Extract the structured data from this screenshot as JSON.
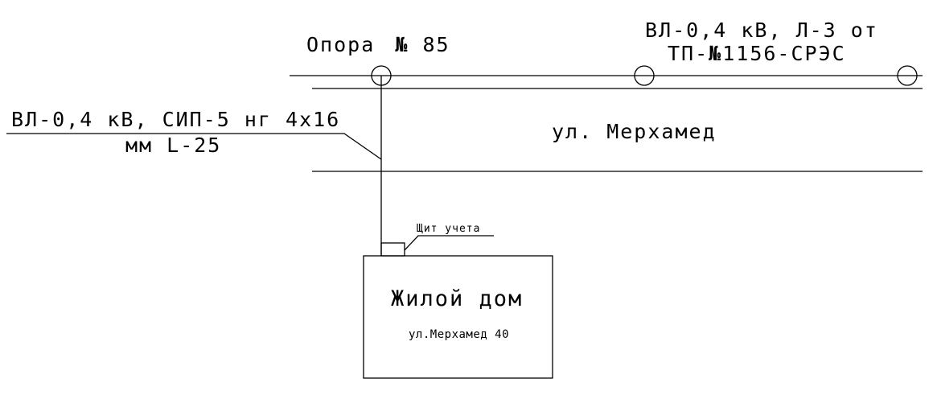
{
  "diagram": {
    "pole_label_prefix": "Опора",
    "pole_label_no": "№",
    "pole_label_num": " 85",
    "line_label_top": "ВЛ-0,4 кВ, Л-3 от",
    "line_label_tp_prefix": "ТП-",
    "line_label_tp_no": "№",
    "line_label_tp_rest": "1156-СРЭС",
    "cable_label_line1": "ВЛ-0,4 кВ, СИП-5 нг 4х16",
    "cable_label_line2": "мм L-25",
    "street_label": "ул. Мерхамед",
    "meter_label": "Щит учета",
    "house_title": "Жилой дом",
    "house_address": "ул.Мерхамед 40"
  },
  "colors": {
    "ink": "#000000",
    "background": "#ffffff"
  }
}
